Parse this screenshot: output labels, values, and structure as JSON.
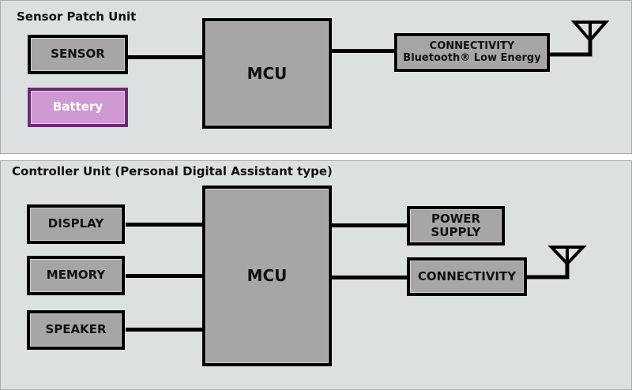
{
  "sensor_patch_unit": {
    "title": "Sensor Patch Unit",
    "sensor": "SENSOR",
    "battery": "Battery",
    "mcu": "MCU",
    "connectivity_line1": "CONNECTIVITY",
    "connectivity_line2": "Bluetooth® Low Energy"
  },
  "controller_unit": {
    "title": "Controller Unit (Personal Digital Assistant type)",
    "display": "DISPLAY",
    "memory": "MEMORY",
    "speaker": "SPEAKER",
    "mcu": "MCU",
    "power_line1": "POWER",
    "power_line2": "SUPPLY",
    "connectivity": "CONNECTIVITY"
  },
  "colors": {
    "panel_bg": "#dde0e1",
    "block_fill": "#a6a6a6",
    "battery_fill": "#cf9ad4",
    "battery_border": "#6a2b72"
  }
}
